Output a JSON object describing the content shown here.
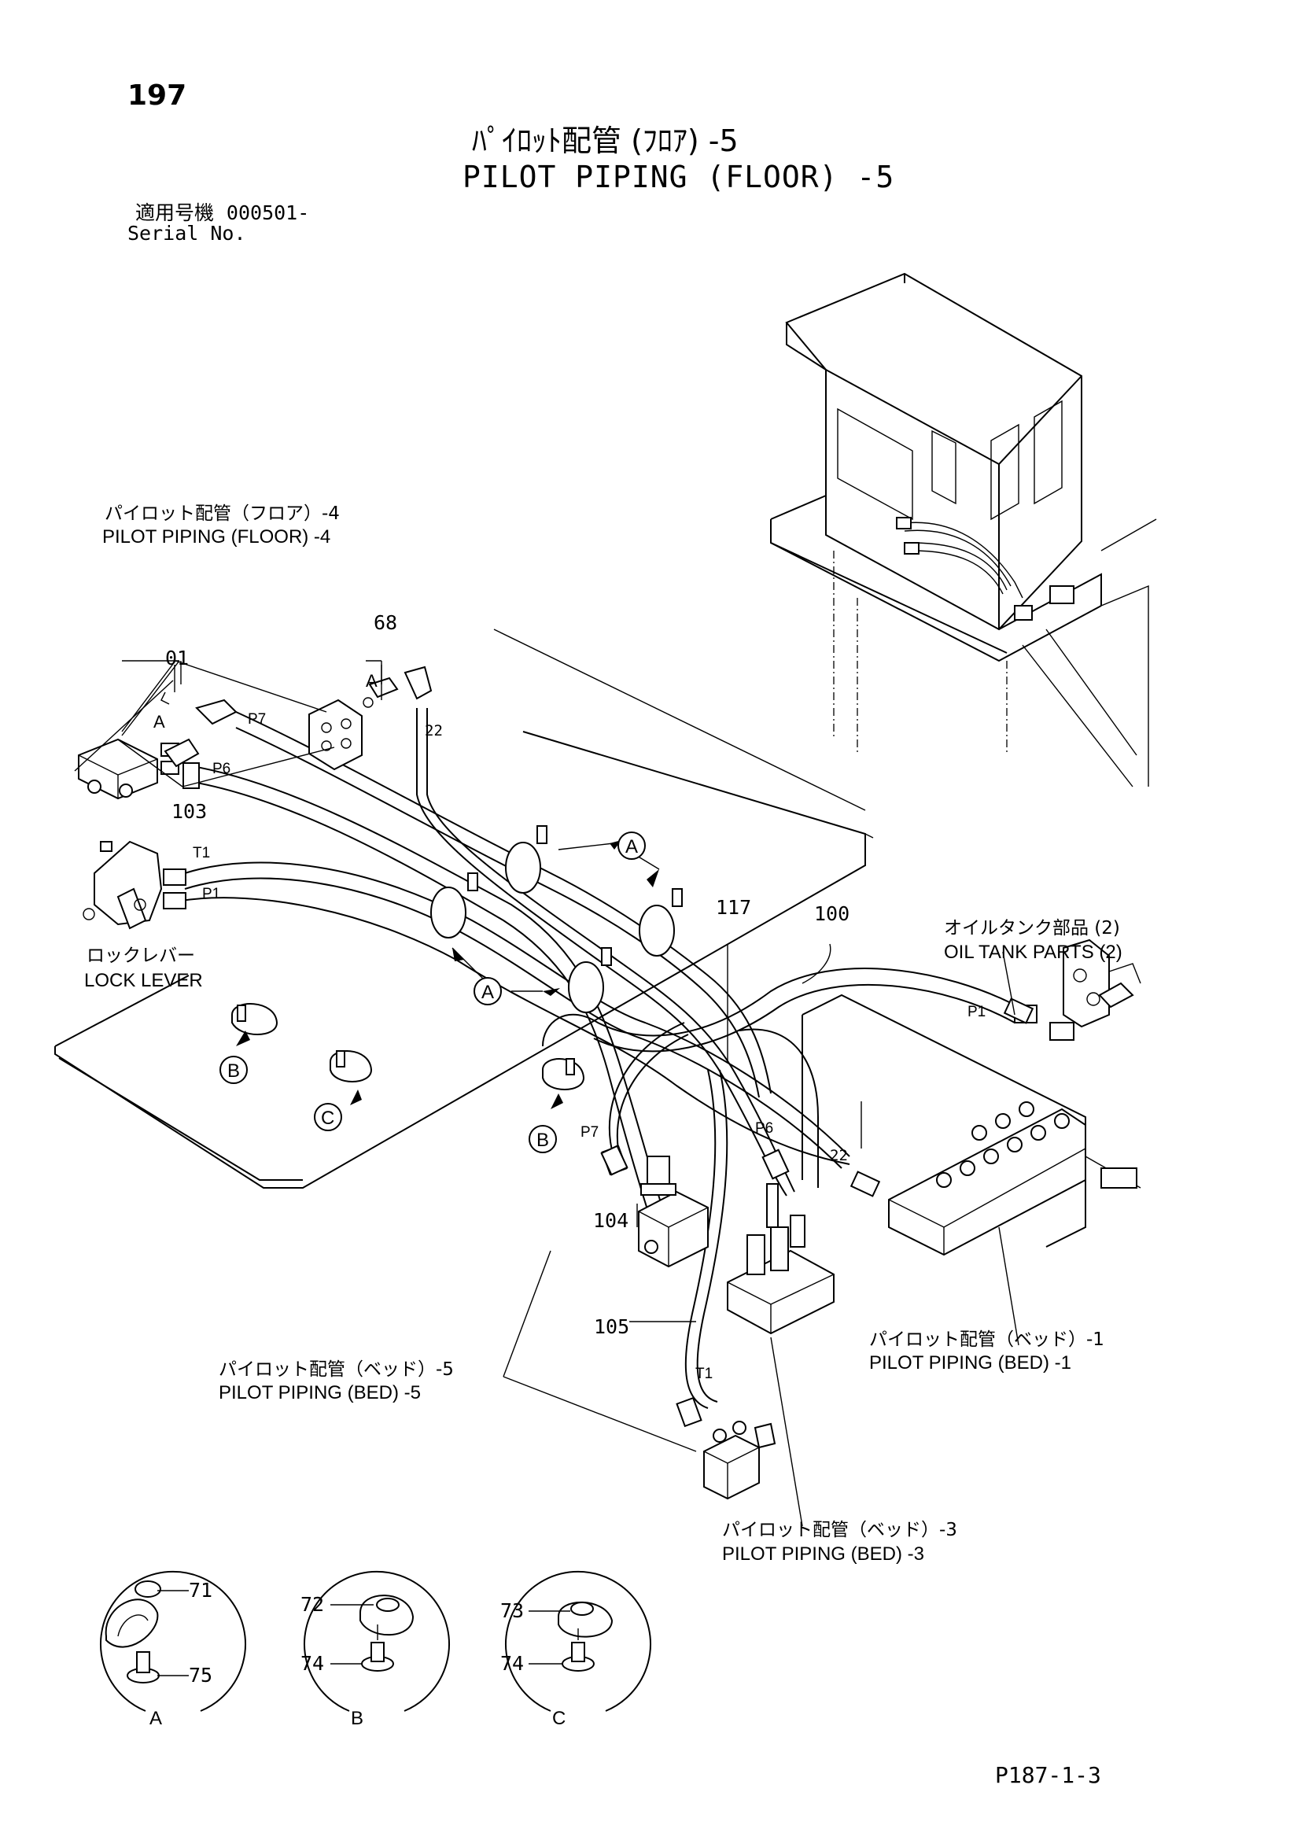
{
  "header": {
    "page_number": "197",
    "title_jp": "ﾊﾟｲﾛｯﾄ配管 (ﾌﾛｱ) -5",
    "title_en": "PILOT PIPING (FLOOR) -5",
    "serial_label_jp": "適用号機",
    "serial_value": "000501-",
    "serial_label_en": "Serial No."
  },
  "callouts": {
    "floor4_jp": "パイロット配管（フロア）-4",
    "floor4_en": "PILOT PIPING (FLOOR) -4",
    "lock_lever_jp": "ロックレバー",
    "lock_lever_en": "LOCK LEVER",
    "oil_tank_jp": "オイルタンク部品 (2)",
    "oil_tank_en": "OIL TANK PARTS (2)",
    "bed1_jp": "パイロット配管（ベッド）-1",
    "bed1_en": "PILOT PIPING (BED) -1",
    "bed5_jp": "パイロット配管（ベッド）-5",
    "bed5_en": "PILOT PIPING (BED) -5",
    "bed3_jp": "パイロット配管（ベッド）-3",
    "bed3_en": "PILOT PIPING (BED) -3"
  },
  "part_numbers": {
    "p01": "01",
    "p68": "68",
    "p22a": "22",
    "p22b": "22",
    "p103": "103",
    "p117": "117",
    "p100": "100",
    "p104": "104",
    "p105": "105",
    "p71": "71",
    "p75": "75",
    "p72": "72",
    "p74a": "74",
    "p73": "73",
    "p74b": "74"
  },
  "port_labels": {
    "p7a": "P7",
    "p6a": "P6",
    "t1a": "T1",
    "p1a": "P1",
    "p1b": "P1",
    "p7b": "P7",
    "p6b": "P6",
    "t1b": "T1"
  },
  "markers": {
    "a": "A",
    "b": "B",
    "c": "C"
  },
  "detail_views": {
    "a": "A",
    "b": "B",
    "c": "C"
  },
  "footer": {
    "page_code": "P187-1-3"
  }
}
